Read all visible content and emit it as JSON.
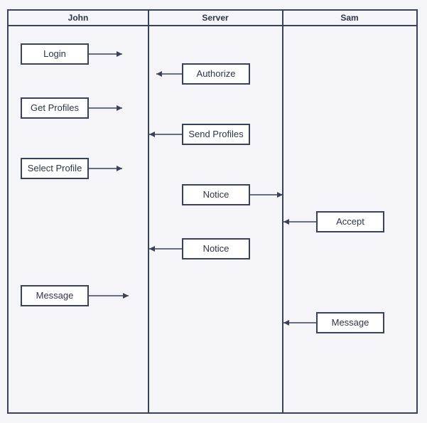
{
  "lanes": [
    {
      "id": "john",
      "title": "John"
    },
    {
      "id": "server",
      "title": "Server"
    },
    {
      "id": "sam",
      "title": "Sam"
    }
  ],
  "steps": [
    {
      "id": "login",
      "lane": "john",
      "label": "Login",
      "arrow": "right"
    },
    {
      "id": "authorize",
      "lane": "server",
      "label": "Authorize",
      "arrow": "left"
    },
    {
      "id": "get-profiles",
      "lane": "john",
      "label": "Get Profiles",
      "arrow": "right"
    },
    {
      "id": "send-profiles",
      "lane": "server",
      "label": "Send Profiles",
      "arrow": "left"
    },
    {
      "id": "select-profile",
      "lane": "john",
      "label": "Select Profile",
      "arrow": "right"
    },
    {
      "id": "notice-1",
      "lane": "server",
      "label": "Notice",
      "arrow": "right"
    },
    {
      "id": "accept",
      "lane": "sam",
      "label": "Accept",
      "arrow": "left"
    },
    {
      "id": "notice-2",
      "lane": "server",
      "label": "Notice",
      "arrow": "left"
    },
    {
      "id": "message-john",
      "lane": "john",
      "label": "Message",
      "arrow": "right"
    },
    {
      "id": "message-sam",
      "lane": "sam",
      "label": "Message",
      "arrow": "left"
    }
  ],
  "colors": {
    "stroke": "#3b4257",
    "background": "#f5f5f9",
    "box_fill": "#ffffff",
    "text": "#2e3447"
  }
}
